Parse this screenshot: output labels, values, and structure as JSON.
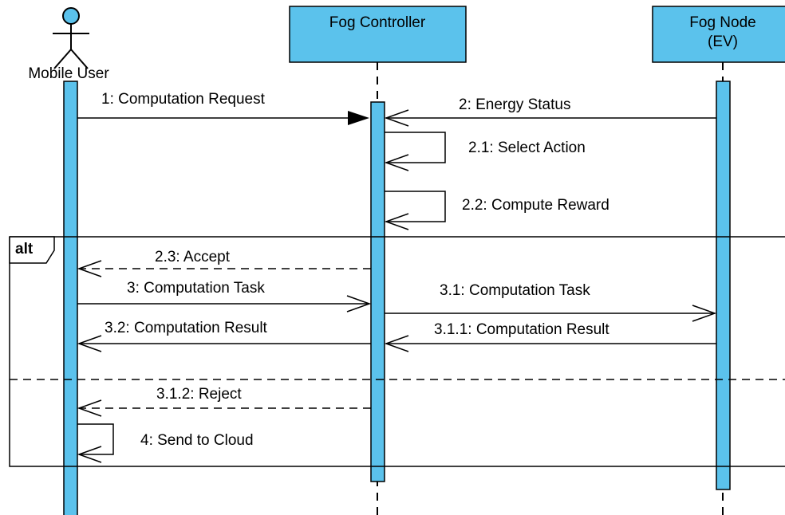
{
  "actors": {
    "mobile_user": "Mobile User",
    "fog_controller": "Fog Controller",
    "fog_node_line1": "Fog Node",
    "fog_node_line2": "(EV)"
  },
  "messages": {
    "m1": "1: Computation Request",
    "m2": "2: Energy Status",
    "m21": "2.1: Select Action",
    "m22": "2.2: Compute Reward",
    "m23": "2.3: Accept",
    "m3": "3: Computation Task",
    "m31": "3.1: Computation Task",
    "m32": "3.2: Computation Result",
    "m311": "3.1.1: Computation Result",
    "m312": "3.1.2: Reject",
    "m4": "4: Send to Cloud"
  },
  "fragment": {
    "operator": "alt"
  },
  "colors": {
    "lifeline_fill": "#5bc2ec",
    "line": "#000000",
    "background": "#ffffff"
  }
}
